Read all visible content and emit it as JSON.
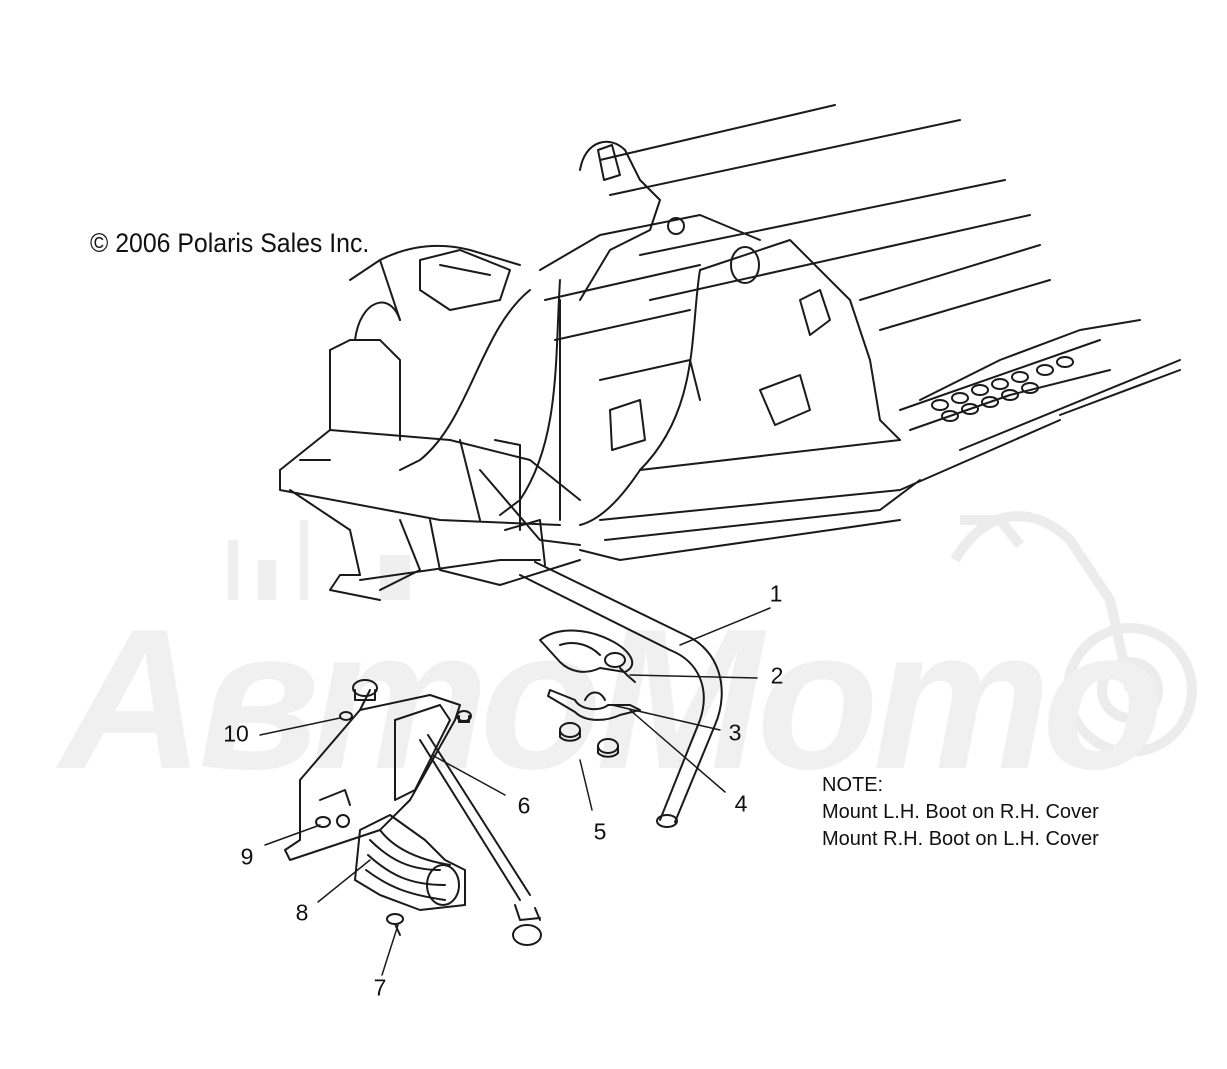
{
  "copyright": "© 2006 Polaris Sales Inc.",
  "watermark": "АвтоМото",
  "note": {
    "title": "NOTE:",
    "lines": [
      "Mount L.H. Boot on R.H. Cover",
      "Mount R.H. Boot on L.H. Cover"
    ]
  },
  "callouts": [
    {
      "id": "1",
      "label": "1"
    },
    {
      "id": "2",
      "label": "2"
    },
    {
      "id": "3",
      "label": "3"
    },
    {
      "id": "4",
      "label": "4"
    },
    {
      "id": "5",
      "label": "5"
    },
    {
      "id": "6",
      "label": "6"
    },
    {
      "id": "7",
      "label": "7"
    },
    {
      "id": "8",
      "label": "8"
    },
    {
      "id": "9",
      "label": "9"
    },
    {
      "id": "10",
      "label": "10"
    }
  ],
  "colors": {
    "line": "#1a1a1a",
    "watermark": "#eeeeee"
  }
}
